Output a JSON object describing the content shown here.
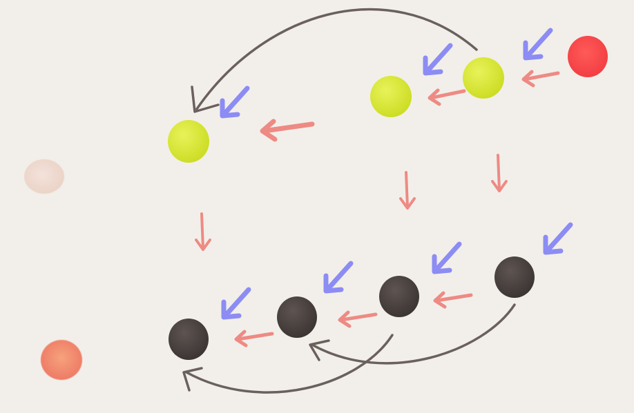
{
  "colors": {
    "background": "#f2efea",
    "yellow_node": "#d8e832",
    "dark_node": "#4a4240",
    "red_node": "#ff4c4c",
    "pale_node": "#efd8cc",
    "orange_node": "#f08a68",
    "blue_arrow": "#8c8cf4",
    "pink_arrow": "#ee8a84",
    "grey_arrow": "#6a605c"
  },
  "nodes": [
    {
      "id": "yellow-1",
      "kind": "yellow",
      "icon": "yellow-circle"
    },
    {
      "id": "yellow-2",
      "kind": "yellow",
      "icon": "yellow-circle"
    },
    {
      "id": "yellow-3",
      "kind": "yellow",
      "icon": "yellow-circle"
    },
    {
      "id": "red-1",
      "kind": "red",
      "icon": "red-circle"
    },
    {
      "id": "pale-1",
      "kind": "pale",
      "icon": "pale-circle"
    },
    {
      "id": "orange-1",
      "kind": "orange",
      "icon": "orange-circle"
    },
    {
      "id": "dark-1",
      "kind": "dark",
      "icon": "dark-circle"
    },
    {
      "id": "dark-2",
      "kind": "dark",
      "icon": "dark-circle"
    },
    {
      "id": "dark-3",
      "kind": "dark",
      "icon": "dark-circle"
    },
    {
      "id": "dark-4",
      "kind": "dark",
      "icon": "dark-circle"
    }
  ],
  "edges": {
    "pink_horizontal": [
      {
        "from": "red-1",
        "to": "yellow-3"
      },
      {
        "from": "yellow-3",
        "to": "yellow-2"
      },
      {
        "from": "yellow-2",
        "to": "yellow-1"
      },
      {
        "from": "dark-4",
        "to": "dark-3"
      },
      {
        "from": "dark-3",
        "to": "dark-2"
      },
      {
        "from": "dark-2",
        "to": "dark-1"
      }
    ],
    "pink_vertical": [
      {
        "from": "yellow-1",
        "to": "dark-1"
      },
      {
        "from": "yellow-2",
        "to": "dark-3"
      },
      {
        "from": "yellow-3",
        "to": "dark-4"
      }
    ],
    "grey_curved": [
      {
        "from": "yellow-3",
        "to": "yellow-1"
      },
      {
        "from": "dark-4",
        "to": "dark-2"
      },
      {
        "from": "dark-3",
        "to": "dark-1"
      }
    ],
    "blue_incoming": [
      "yellow-1",
      "yellow-2",
      "yellow-3",
      "dark-1",
      "dark-2",
      "dark-3",
      "dark-4"
    ]
  }
}
